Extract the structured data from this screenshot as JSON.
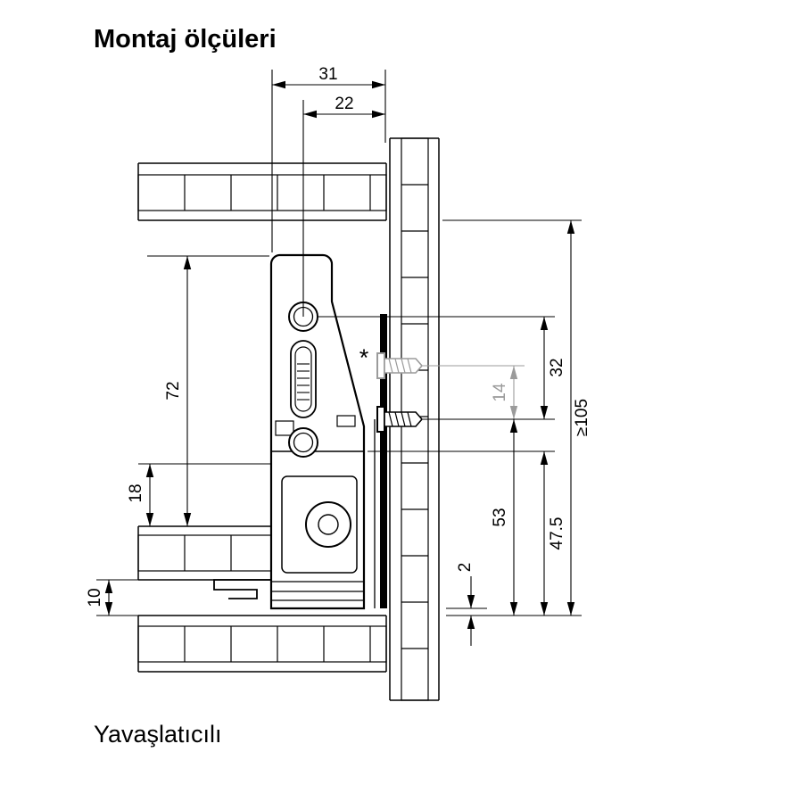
{
  "page": {
    "title": "Montaj ölçüleri",
    "caption": "Yavaşlatıcılı"
  },
  "dims": {
    "w31": "31",
    "w22": "22",
    "h72": "72",
    "t18": "18",
    "g10": "10",
    "s14": "14",
    "s32": "32",
    "h53": "53",
    "h475": "47.5",
    "g2": "2",
    "min105": "≥105"
  },
  "note": {
    "star": "*"
  },
  "colors": {
    "line": "#000000",
    "alt_gray": "#9b9b9b",
    "background": "#ffffff"
  }
}
